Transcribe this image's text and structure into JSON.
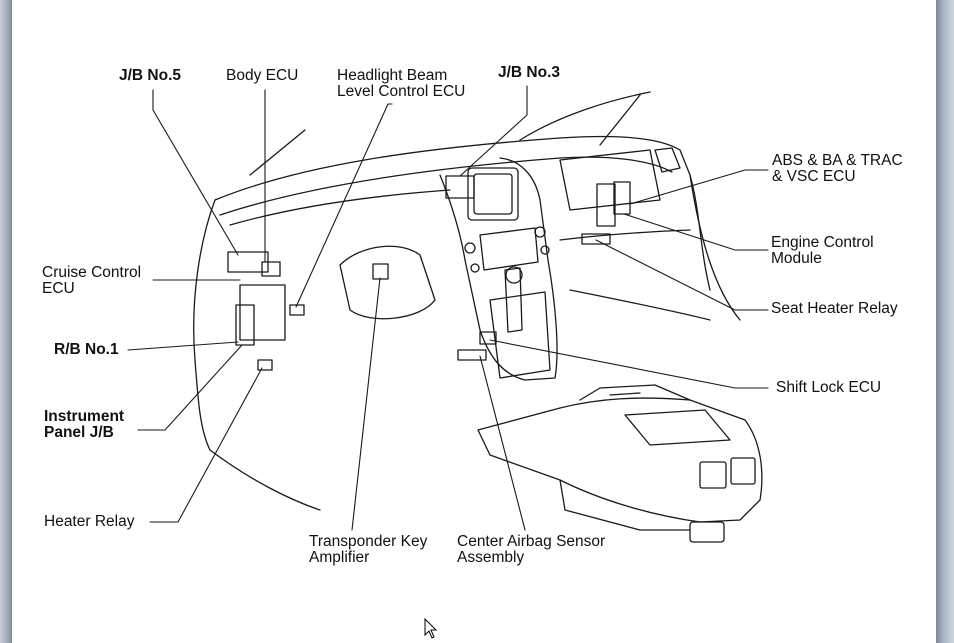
{
  "labels": {
    "jb5": "J/B No.5",
    "body_ecu": "Body ECU",
    "headlight_1": "Headlight Beam",
    "headlight_2": "Level Control ECU",
    "jb3": "J/B No.3",
    "abs_1": "ABS & BA & TRAC",
    "abs_2": "& VSC ECU",
    "cruise_1": "Cruise Control",
    "cruise_2": "ECU",
    "engine_1": "Engine Control",
    "engine_2": "Module",
    "seat_heater": "Seat Heater Relay",
    "rb1": "R/B No.1",
    "shift_lock": "Shift Lock ECU",
    "instrument_1": "Instrument",
    "instrument_2": "Panel J/B",
    "heater_relay": "Heater Relay",
    "transponder_1": "Transponder Key",
    "transponder_2": "Amplifier",
    "airbag_1": "Center Airbag Sensor",
    "airbag_2": "Assembly"
  },
  "icons": {
    "cursor": "mouse-pointer-icon"
  }
}
